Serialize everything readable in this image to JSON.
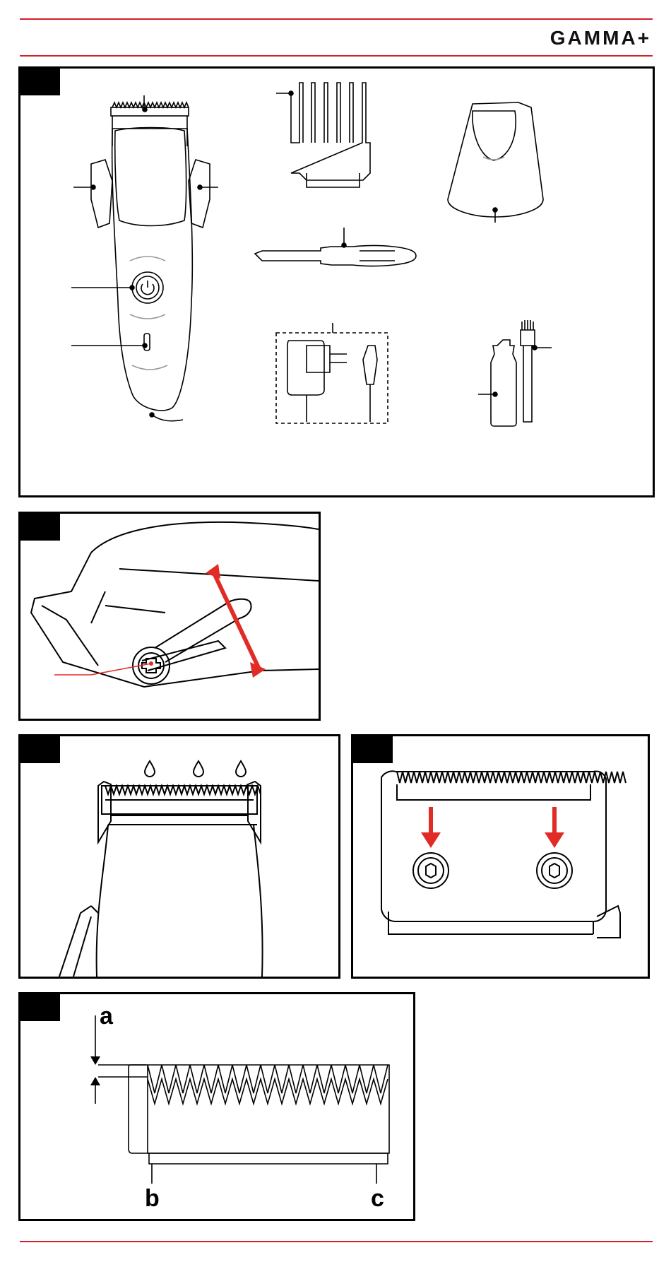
{
  "header": {
    "brand": "GAMMA+",
    "accent_color": "#d3202a"
  },
  "figures": [
    {
      "id": "contents-overview",
      "icons": [
        "clipper-icon",
        "comb-guard-icon",
        "blade-guard-icon",
        "screwdriver-icon",
        "charger-icon",
        "oil-bottle-icon",
        "cleaning-brush-icon"
      ]
    },
    {
      "id": "taper-lever",
      "icons": [
        "lever-icon",
        "arrow-icon"
      ]
    },
    {
      "id": "oil-blade",
      "icons": [
        "oil-drop-icon"
      ]
    },
    {
      "id": "blade-screws",
      "icons": [
        "screw-icon",
        "arrow-icon"
      ]
    },
    {
      "id": "blade-alignment",
      "labels": {
        "a": "a",
        "b": "b",
        "c": "c"
      }
    }
  ]
}
